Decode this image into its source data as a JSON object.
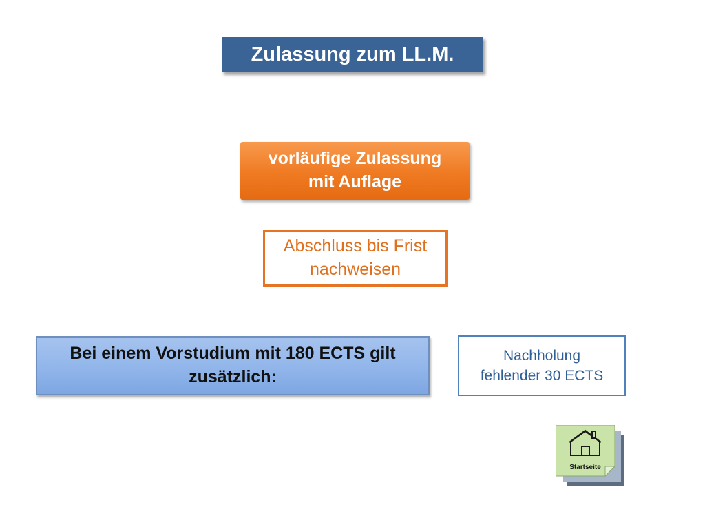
{
  "title": "Zulassung zum LL.M.",
  "provisional": {
    "line1": "vorläufige Zulassung",
    "line2": "mit Auflage"
  },
  "deadline": {
    "line1": "Abschluss bis Frist",
    "line2": "nachweisen"
  },
  "prestudy": {
    "line1": "Bei einem Vorstudium mit 180 ECTS gilt",
    "line2": "zusätzlich:"
  },
  "makeup": {
    "line1": "Nachholung",
    "line2": "fehlender 30 ECTS"
  },
  "home": {
    "label": "Startseite",
    "icon": "home-icon"
  },
  "colors": {
    "title_bg": "#3a6496",
    "orange": "#ef7a22",
    "blue_fill": "#8fb4ea",
    "blue_outline": "#4f81bd",
    "home_bg": "#c9e3a8"
  }
}
